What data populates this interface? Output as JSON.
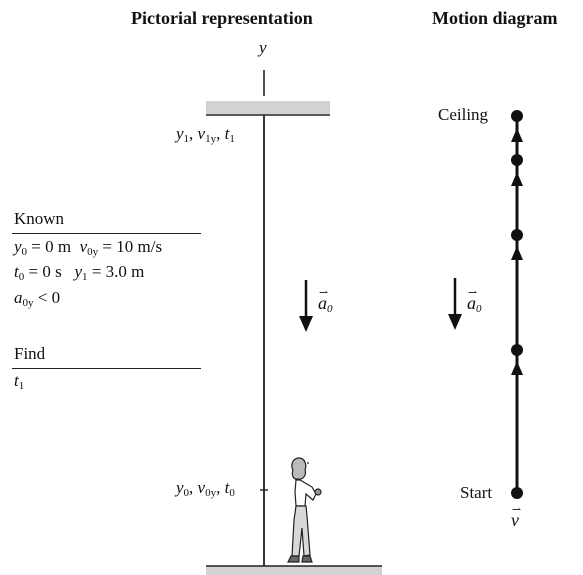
{
  "headers": {
    "pictorial": "Pictorial representation",
    "motion": "Motion diagram"
  },
  "axis_label": "y",
  "top_point": {
    "y": "y",
    "y_sub": "1",
    "v": "v",
    "v_sub": "1y",
    "t": "t",
    "t_sub": "1"
  },
  "bottom_point": {
    "y": "y",
    "y_sub": "0",
    "v": "v",
    "v_sub": "0y",
    "t": "t",
    "t_sub": "0"
  },
  "known": {
    "title": "Known",
    "rows": [
      {
        "a_var": "y",
        "a_sub": "0",
        "a_val": " = 0 m",
        "b_var": "v",
        "b_sub": "0y",
        "b_val": " = 10 m/s"
      },
      {
        "a_var": "t",
        "a_sub": "0",
        "a_val": " = 0 s",
        "b_var": "y",
        "b_sub": "1",
        "b_val": " = 3.0 m"
      },
      {
        "a_var": "a",
        "a_sub": "0y",
        "a_val": " < 0",
        "b_var": "",
        "b_sub": "",
        "b_val": ""
      }
    ]
  },
  "find": {
    "title": "Find",
    "var": "t",
    "sub": "1"
  },
  "acceleration_label": {
    "sym": "a",
    "sub": "0",
    "bar": "⃗"
  },
  "motion": {
    "ceiling_label": "Ceiling",
    "start_label": "Start",
    "velocity_label": "v"
  }
}
